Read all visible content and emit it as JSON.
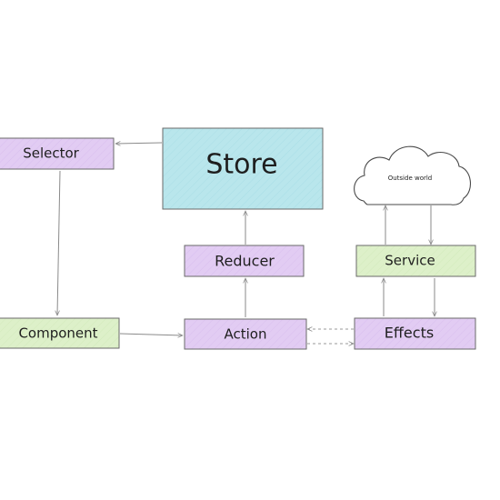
{
  "colors": {
    "store": "#b9e6ec",
    "purple": "#e2ccf3",
    "green": "#ddf0c9",
    "edge": "#8a8a8a",
    "text": "#1e1e1e"
  },
  "nodes": {
    "selector": {
      "label": "Selector"
    },
    "store": {
      "label": "Store"
    },
    "outside_world": {
      "label": "Outside world"
    },
    "reducer": {
      "label": "Reducer"
    },
    "service": {
      "label": "Service"
    },
    "component": {
      "label": "Component"
    },
    "action": {
      "label": "Action"
    },
    "effects": {
      "label": "Effects"
    }
  },
  "edges": [
    {
      "from": "store",
      "to": "selector",
      "style": "solid"
    },
    {
      "from": "selector",
      "to": "component",
      "style": "solid"
    },
    {
      "from": "component",
      "to": "action",
      "style": "solid"
    },
    {
      "from": "action",
      "to": "reducer",
      "style": "solid"
    },
    {
      "from": "reducer",
      "to": "store",
      "style": "solid"
    },
    {
      "from": "effects",
      "to": "action",
      "style": "dashed"
    },
    {
      "from": "action",
      "to": "effects",
      "style": "dashed"
    },
    {
      "from": "effects",
      "to": "service",
      "style": "solid"
    },
    {
      "from": "service",
      "to": "effects",
      "style": "solid"
    },
    {
      "from": "service",
      "to": "outside_world",
      "style": "solid"
    },
    {
      "from": "outside_world",
      "to": "service",
      "style": "solid"
    }
  ]
}
